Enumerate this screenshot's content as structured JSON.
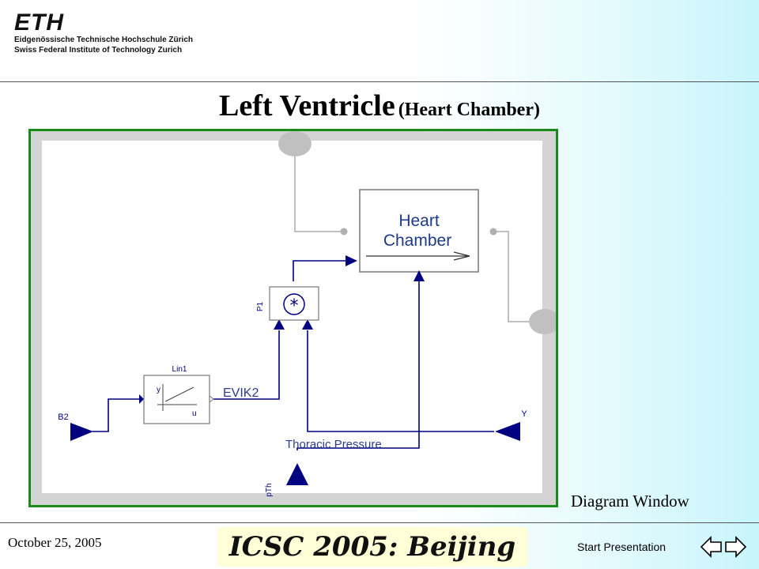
{
  "header": {
    "logo_mark": "ETH",
    "logo_line1": "Eidgenössische Technische Hochschule Zürich",
    "logo_line2": "Swiss Federal Institute of Technology Zurich"
  },
  "title": {
    "main": "Left Ventricle",
    "sub": "(Heart Chamber)"
  },
  "diagram": {
    "heart_chamber_line1": "Heart",
    "heart_chamber_line2": "Chamber",
    "lin_label": "Lin1",
    "lin_y": "y",
    "lin_u": "u",
    "evik_label": "EVIK2",
    "p1_label": "P1",
    "thoracic_label": "Thoracic Pressure",
    "b2_label": "B2",
    "y_label": "Y",
    "pth_label": "pTh"
  },
  "caption": "Diagram Window",
  "footer": {
    "date": "October 25, 2005",
    "banner": "ICSC 2005: Beijing",
    "start_presentation": "Start Presentation"
  },
  "colors": {
    "frame_border": "#1a8a1a",
    "diagram_blue": "#000080",
    "connector_gray": "#c0c0c0",
    "canvas_gray": "#d4d4d4"
  }
}
